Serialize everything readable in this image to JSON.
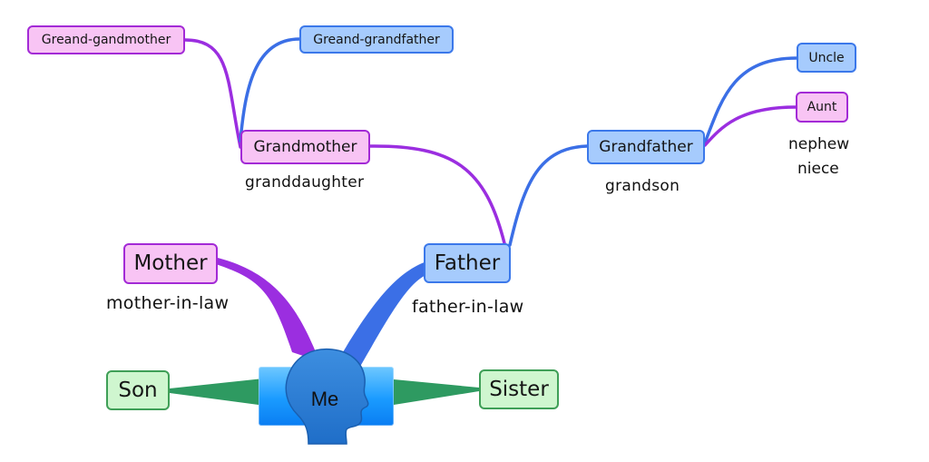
{
  "nodes": {
    "great_grandmother": "Greand-gandmother",
    "great_grandfather": "Greand-grandfather",
    "grandmother": "Grandmother",
    "grandfather": "Grandfather",
    "uncle": "Uncle",
    "aunt": "Aunt",
    "mother": "Mother",
    "father": "Father",
    "son": "Son",
    "sister": "Sister",
    "me": "Me"
  },
  "captions": {
    "granddaughter": "granddaughter",
    "grandson": "grandson",
    "nephew": "nephew",
    "niece": "niece",
    "mother_in_law": "mother-in-law",
    "father_in_law": "father-in-law"
  },
  "colors": {
    "pink_fill": "#f8c4f4",
    "pink_border": "#a32ad6",
    "blue_fill": "#a6cbfd",
    "blue_border": "#3b78ea",
    "green_fill": "#cff6cf",
    "green_border": "#3f9f57",
    "purple_link": "#9b2ee0",
    "blue_link": "#3b6fe6",
    "green_link": "#2e9a61",
    "center_blue": "#1a9bff",
    "head_blue": "#2f7fd0"
  },
  "center_icon": "head-silhouette-icon"
}
